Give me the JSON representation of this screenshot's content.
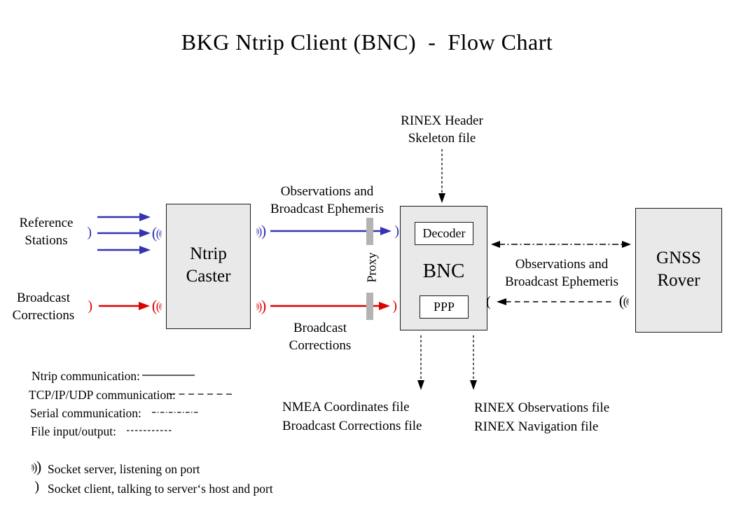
{
  "title": "BKG Ntrip Client (BNC)  -  Flow Chart",
  "boxes": {
    "ntrip_caster": "Ntrip\nCaster",
    "bnc": "BNC",
    "decoder": "Decoder",
    "ppp": "PPP",
    "gnss_rover": "GNSS\nRover"
  },
  "labels": {
    "rinex_header_skeleton": "RINEX Header\nSkeleton file",
    "reference_stations": "Reference\nStations",
    "broadcast_corrections_input": "Broadcast\nCorrections",
    "observations_ephemeris_caster_bnc": "Observations and\nBroadcast Ephemeris",
    "broadcast_corrections_caster_bnc": "Broadcast\nCorrections",
    "proxy": "Proxy",
    "observations_ephemeris_bnc_rover": "Observations and\nBroadcast Ephemeris",
    "nmea_output_files": "NMEA Coordinates file\nBroadcast Corrections file",
    "rinex_output_files": "RINEX Observations file\nRINEX Navigation file"
  },
  "legend": {
    "ntrip_label": "Ntrip communication:",
    "tcp_label": "TCP/IP/UDP communication:",
    "serial_label": "Serial communication:",
    "file_label": "File input/output:",
    "socket_server_label": "Socket server, listening on port",
    "socket_client_label": "Socket client, talking to server‘s host and port"
  },
  "icons": {
    "socket_server_glyph": "))))",
    "socket_client_glyph": ")"
  },
  "colors": {
    "ntrip_blue": "#3333b3",
    "corrections_red": "#dd0000",
    "box_fill": "#e9e9e9",
    "box_border": "#1a1a1a",
    "proxy_gray": "#b3b3b3",
    "wire_black": "#000000"
  }
}
